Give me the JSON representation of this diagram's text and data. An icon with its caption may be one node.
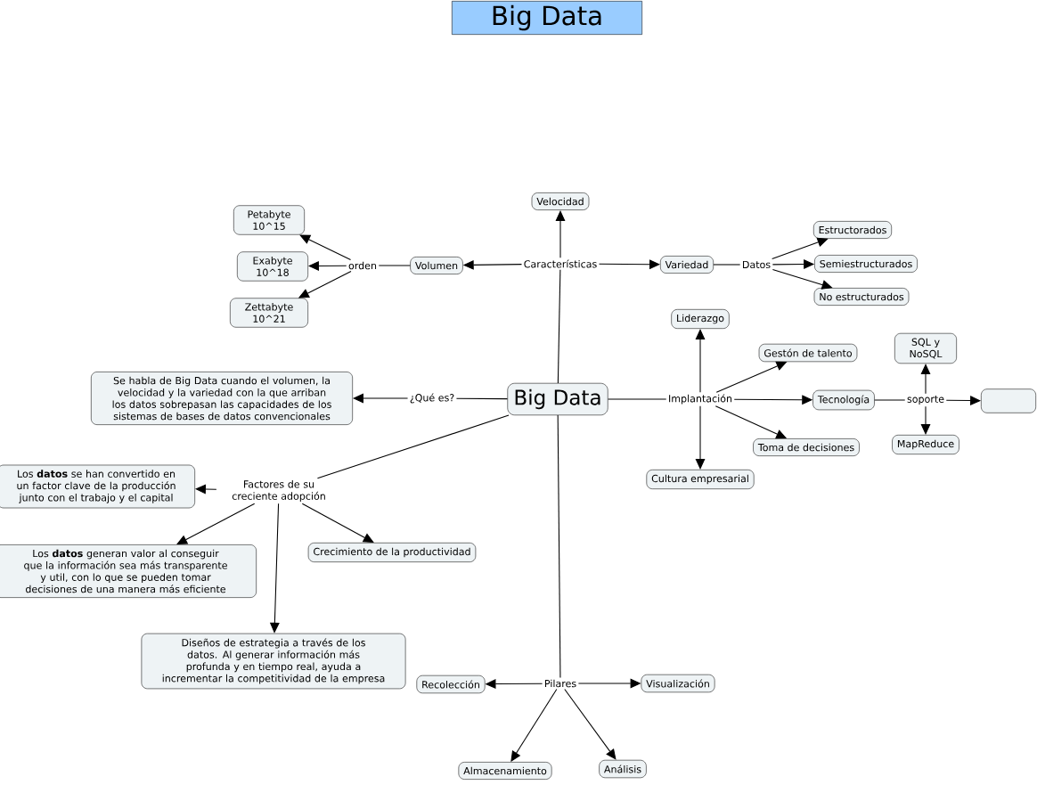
{
  "diagram": {
    "title": "Big Data",
    "nodes": [
      {
        "text": [
          "Big Data"
        ]
      },
      {
        "text": [
          "Características"
        ]
      },
      {
        "text": [
          "Velocidad"
        ]
      },
      {
        "text": [
          "Volumen"
        ]
      },
      {
        "text": [
          "Variedad"
        ]
      },
      {
        "text": [
          "orden"
        ]
      },
      {
        "text": [
          "Petabyte 10^15"
        ]
      },
      {
        "text": [
          "Exabyte 10^18"
        ]
      },
      {
        "text": [
          "Zettabyte 10^21"
        ]
      },
      {
        "text": [
          "Datos"
        ]
      },
      {
        "text": [
          "Estructorados"
        ]
      },
      {
        "text": [
          "Semiestructurados"
        ]
      },
      {
        "text": [
          "No estructurados"
        ]
      },
      {
        "text": [
          "¿Qué es?"
        ]
      },
      {
        "text": [
          "Se habla de Big Data cuando el volumen, la velocidad y la variedad con la que arriban los datos sobrepasan las capacidades de los sistemas de bases de datos convencionales"
        ]
      },
      {
        "text": [
          "Implantación"
        ]
      },
      {
        "text": [
          "Liderazgo"
        ]
      },
      {
        "text": [
          "Gestón de talento"
        ]
      },
      {
        "text": [
          "Tecnología"
        ]
      },
      {
        "text": [
          "Toma de decisiones"
        ]
      },
      {
        "text": [
          "Cultura empresarial"
        ]
      },
      {
        "text": [
          "soporte"
        ]
      },
      {
        "text": [
          "SQL y NoSQL"
        ]
      },
      {
        "text": [],
        "shape": "box"
      },
      {
        "text": [
          "MapReduce"
        ]
      },
      {
        "text": [
          "Factores de su creciente adopción"
        ]
      },
      {
        "text": [
          "Los **datos** se han convertido en un factor clave de la producción junto con el trabajo y el capital"
        ]
      },
      {
        "text": [
          "Los **datos** generan valor al conseguir que la información sea más transparente y util, con lo que se pueden tomar decisiones de una manera más eficiente"
        ]
      },
      {
        "text": [
          "Crecimiento de la productividad"
        ]
      },
      {
        "text": [
          "Diseños de estrategia a través de los datos. Al generar información más profunda y en tiempo real, ayuda a incrementar la competitividad de la empresa"
        ]
      },
      {
        "text": [
          "Pilares"
        ]
      },
      {
        "text": [
          "Recolección"
        ]
      },
      {
        "text": [
          "Visualización"
        ]
      },
      {
        "text": [
          "Almacenamiento"
        ]
      },
      {
        "text": [
          "Análisis"
        ]
      }
    ],
    "edges": [
      {
        "from": 0,
        "to": 1,
        "arrow": "none"
      },
      {
        "from": 1,
        "to": 2,
        "arrow": "to"
      },
      {
        "from": 1,
        "to": 3,
        "arrow": "to"
      },
      {
        "from": 1,
        "to": 4,
        "arrow": "to"
      },
      {
        "from": 3,
        "to": 5,
        "arrow": "none"
      },
      {
        "from": 5,
        "to": 6,
        "arrow": "to"
      },
      {
        "from": 5,
        "to": 7,
        "arrow": "to"
      },
      {
        "from": 5,
        "to": 8,
        "arrow": "to"
      },
      {
        "from": 4,
        "to": 9,
        "arrow": "none"
      },
      {
        "from": 9,
        "to": 10,
        "arrow": "to"
      },
      {
        "from": 9,
        "to": 11,
        "arrow": "to"
      },
      {
        "from": 9,
        "to": 12,
        "arrow": "to"
      },
      {
        "from": 0,
        "to": 13,
        "arrow": "none"
      },
      {
        "from": 13,
        "to": 14,
        "arrow": "to"
      },
      {
        "from": 0,
        "to": 15,
        "arrow": "none"
      },
      {
        "from": 15,
        "to": 16,
        "arrow": "to"
      },
      {
        "from": 15,
        "to": 17,
        "arrow": "to"
      },
      {
        "from": 15,
        "to": 18,
        "arrow": "to"
      },
      {
        "from": 15,
        "to": 19,
        "arrow": "to"
      },
      {
        "from": 15,
        "to": 20,
        "arrow": "to"
      },
      {
        "from": 18,
        "to": 21,
        "arrow": "none"
      },
      {
        "from": 21,
        "to": 22,
        "arrow": "to"
      },
      {
        "from": 21,
        "to": 23,
        "arrow": "to"
      },
      {
        "from": 21,
        "to": 24,
        "arrow": "to"
      },
      {
        "from": 0,
        "to": 25,
        "arrow": "none"
      },
      {
        "from": 25,
        "to": 26,
        "arrow": "to"
      },
      {
        "from": 25,
        "to": 27,
        "arrow": "to"
      },
      {
        "from": 25,
        "to": 28,
        "arrow": "to"
      },
      {
        "from": 25,
        "to": 29,
        "arrow": "to"
      },
      {
        "from": 0,
        "to": 30,
        "arrow": "none"
      },
      {
        "from": 30,
        "to": 31,
        "arrow": "to"
      },
      {
        "from": 30,
        "to": 32,
        "arrow": "to"
      },
      {
        "from": 30,
        "to": 33,
        "arrow": "to"
      },
      {
        "from": 30,
        "to": 34,
        "arrow": "to"
      }
    ]
  }
}
